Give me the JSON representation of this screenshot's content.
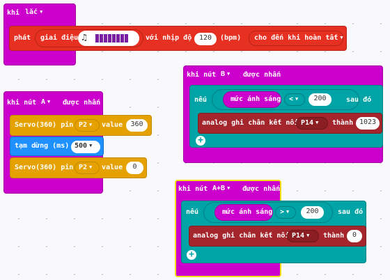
{
  "shake": {
    "hat_label": "khi",
    "gesture": "lắc",
    "play": "phát",
    "melody": "giai điệu",
    "tempo_label": "với nhịp độ",
    "tempo": "120",
    "bpm": "(bpm)",
    "mode": "cho đến khi hoàn tất"
  },
  "buttonA": {
    "hat": "khi nút",
    "button": "A",
    "suffix": "được nhấn",
    "servo1_label": "Servo(360) pin",
    "servo1_pin": "P2",
    "servo1_value_label": "value",
    "servo1_value": "360",
    "pause_label": "tạm dừng (ms)",
    "pause_value": "500",
    "servo2_label": "Servo(360) pin",
    "servo2_pin": "P2",
    "servo2_value_label": "value",
    "servo2_value": "0"
  },
  "buttonB": {
    "hat": "khi nút",
    "button": "B",
    "suffix": "được nhấn",
    "if": "nếu",
    "sensor": "mức ánh sáng",
    "op": "<",
    "threshold": "200",
    "then": "sau đó",
    "write": "analog ghi chân kết nối",
    "pin": "P14",
    "to": "thành",
    "value": "1023"
  },
  "buttonAB": {
    "hat": "khi nút",
    "button": "A+B",
    "suffix": "được nhấn",
    "if": "nếu",
    "sensor": "mức ánh sáng",
    "op": ">",
    "threshold": "200",
    "then": "sau đó",
    "write": "analog ghi chân kết nối",
    "pin": "P14",
    "to": "thành",
    "value": "0"
  },
  "colors": {
    "input": "#cc00cc",
    "logic": "#00a4a6",
    "music": "#e63022",
    "servo": "#e5a100",
    "basic": "#1e90ff",
    "pins": "#a4262c"
  }
}
